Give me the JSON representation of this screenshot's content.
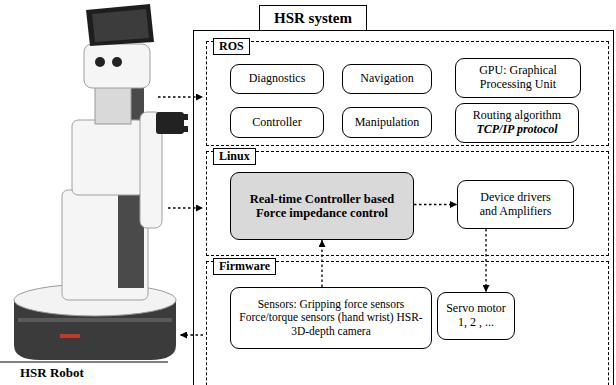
{
  "diagram": {
    "nodes": [
      {
        "text": [
          "HSR system"
        ]
      },
      {
        "text": [
          "ROS"
        ],
        "in": 0
      },
      {
        "text": [
          "Diagnostics"
        ],
        "in": 1
      },
      {
        "text": [
          "Navigation"
        ],
        "in": 1
      },
      {
        "text": [
          "GPU: Graphical Processing Unit"
        ],
        "in": 1
      },
      {
        "text": [
          "Controller"
        ],
        "in": 1
      },
      {
        "text": [
          "Manipulation"
        ],
        "in": 1
      },
      {
        "text": [
          "Routing algorithm",
          "TCP/IP protocol"
        ],
        "in": 1
      },
      {
        "text": [
          "Linux"
        ],
        "in": 0
      },
      {
        "text": [
          "Real-time Controller based Force impedance control"
        ],
        "in": 8
      },
      {
        "text": [
          "Device drivers and Amplifiers"
        ],
        "in": 8
      },
      {
        "text": [
          "Firmware"
        ],
        "in": 0
      },
      {
        "text": [
          "Sensors: Gripping force sensors Force/torque sensors (hand wrist) HSR-3D-depth camera"
        ],
        "in": 11
      },
      {
        "text": [
          "Servo motor 1, 2 , ..."
        ],
        "in": 11
      }
    ],
    "edges": [
      {
        "from": 9,
        "to": 10,
        "arrow": "to"
      },
      {
        "from": 10,
        "to": 13,
        "arrow": "to"
      },
      {
        "from": 12,
        "to": 9,
        "arrow": "to"
      }
    ],
    "labels": [
      "HSR Robot"
    ]
  }
}
